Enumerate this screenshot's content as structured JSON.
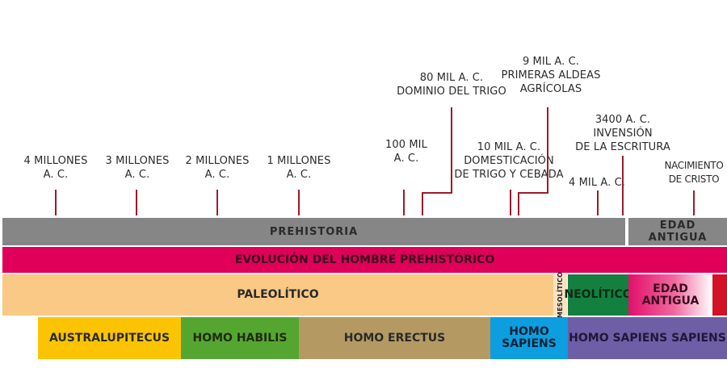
{
  "labels": {
    "m4": "4 MILLONES\nA. C.",
    "m3": "3 MILLONES\nA. C.",
    "m2": "2 MILLONES\nA. C.",
    "m1": "1 MILLONES\nA. C.",
    "k100": "100 MIL\nA. C.",
    "k80": "80 MIL A. C.\nDOMINIO DEL TRIGO",
    "k10": "10 MIL A. C.\nDOMESTICACIÓN\nDE TRIGO Y CEBADA",
    "k9": "9 MIL A. C.\nPRIMERAS ALDEAS\nAGRÍCOLAS",
    "k4": "4 MIL A. C.",
    "y3400": "3400 A. C.\nINVENSIÓN\nDE LA ESCRITURA",
    "cristo": "NACIMIENTO\nDE CRISTO"
  },
  "row1": {
    "prehistoria": "PREHISTORIA",
    "edad_antigua": "EDAD\nANTIGUA"
  },
  "row2": {
    "evolucion": "EVOLUCIÓN DEL HOMBRE PREHISTÓRICO"
  },
  "row3": {
    "paleolitico": "PALEOLÍTICO",
    "mesolitico": "MESOLÍTICO",
    "neolitico": "NEOLÍTICO",
    "edad_antigua": "EDAD\nANTIGUA"
  },
  "row4": {
    "australupitecus": "AUSTRALUPITECUS",
    "homo_habilis": "HOMO HABILIS",
    "homo_erectus": "HOMO ERECTUS",
    "homo_sapiens": "HOMO\nSAPIENS",
    "homo_sapiens_sapiens": "HOMO SAPIENS SAPIENS"
  },
  "colors": {
    "tick": "#9b1b2a",
    "prehistoria": "#868686",
    "evolucion": "#e0005a",
    "paleolitico": "#fac985",
    "mesolitico": "#fbe3c4",
    "neolitico": "#13803f",
    "edad_antigua_r3": "#e2106a",
    "end_red": "#d21226",
    "australupitecus": "#fcc400",
    "homo_habilis": "#55a630",
    "homo_erectus": "#b49a62",
    "homo_sapiens": "#0d9ee0",
    "homo_sapiens_sapiens": "#6e5ea6"
  }
}
